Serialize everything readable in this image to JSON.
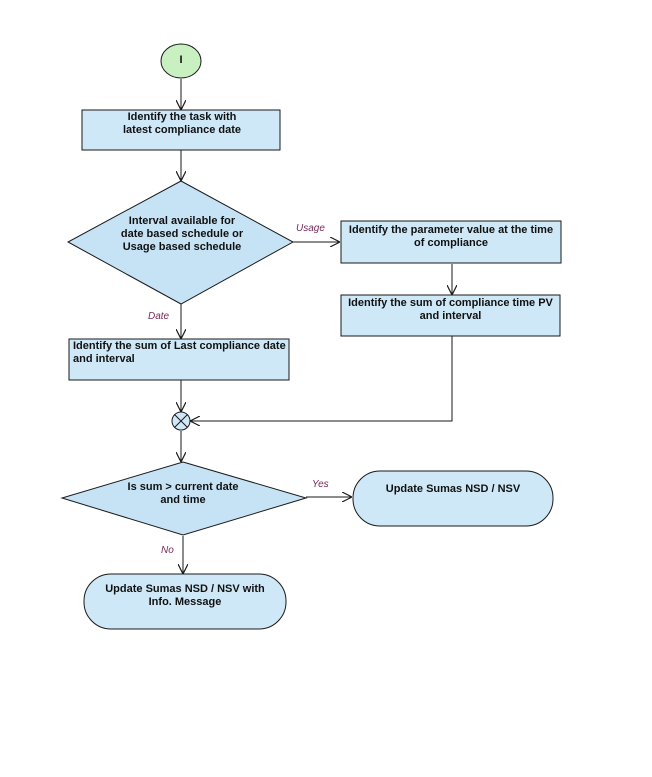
{
  "colors": {
    "process_fill": "#cfe8f7",
    "decision_fill": "#c6e3f5",
    "start_fill": "#c8f0c0",
    "stroke": "#1a1a1a",
    "edge_label": "#7a2a5a"
  },
  "nodes": {
    "start": {
      "label": "I"
    },
    "identify_task": {
      "label": "Identify the task with latest compliance date"
    },
    "interval_decision": {
      "label": "Interval available for date based schedule or Usage based schedule"
    },
    "param_value": {
      "label": "Identify the parameter value at the time of compliance"
    },
    "sum_compliance_pv": {
      "label": "Identify the sum of compliance time PV and interval"
    },
    "sum_last_date": {
      "label": "Identify the sum of Last compliance date and interval"
    },
    "sum_decision": {
      "label": "Is sum > current date and time"
    },
    "update_nsd": {
      "label": "Update Sumas NSD / NSV"
    },
    "update_nsd_info": {
      "label": "Update Sumas NSD / NSV with Info. Message"
    }
  },
  "edges": {
    "usage": "Usage",
    "date": "Date",
    "yes": "Yes",
    "no": "No"
  }
}
